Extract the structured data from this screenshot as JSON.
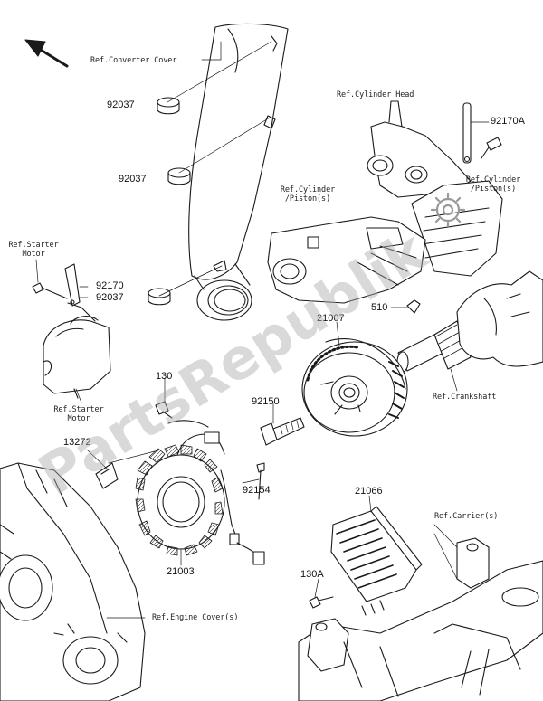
{
  "watermark": "PartsRepublik",
  "parts": {
    "p92037_a": "92037",
    "p92037_b": "92037",
    "p92037_c": "92037",
    "p92170A": "92170A",
    "p92170": "92170",
    "p510": "510",
    "p21007": "21007",
    "p130": "130",
    "p92150": "92150",
    "p13272": "13272",
    "p92154": "92154",
    "p21003": "21003",
    "p21066": "21066",
    "p130A": "130A"
  },
  "refs": {
    "converter_cover": "Ref.Converter Cover",
    "cylinder_head": "Ref.Cylinder Head",
    "cylinder_piston_right_1": "Ref.Cylinder",
    "cylinder_piston_right_2": "/Piston(s)",
    "cylinder_piston_mid_1": "Ref.Cylinder",
    "cylinder_piston_mid_2": "/Piston(s)",
    "starter_motor_top_1": "Ref.Starter",
    "starter_motor_top_2": "Motor",
    "starter_motor_bottom_1": "Ref.Starter",
    "starter_motor_bottom_2": "Motor",
    "crankshaft": "Ref.Crankshaft",
    "carrier": "Ref.Carrier(s)",
    "engine_cover": "Ref.Engine Cover(s)"
  },
  "colors": {
    "line": "#1a1a1a",
    "fill_light": "#ffffff",
    "fill_shade": "#e6e6e6",
    "watermark": "#aaaaaa"
  }
}
